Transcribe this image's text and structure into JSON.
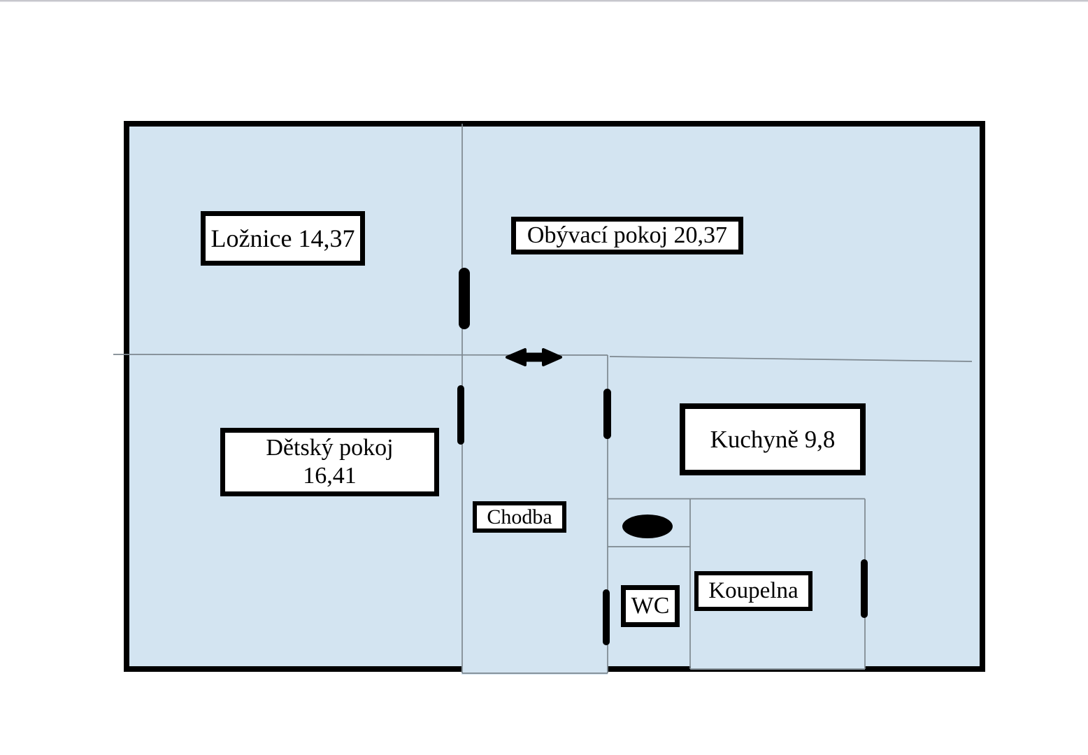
{
  "diagram": {
    "type": "floor-plan",
    "language": "cs"
  },
  "colors": {
    "floor_fill": "#d3e4f1",
    "outer_wall": "#000000",
    "partition_wall": "#7e8890",
    "label_background": "#ffffff",
    "label_border": "#000000",
    "door_marker": "#000000"
  },
  "rooms": {
    "loznice": {
      "label": "Ložnice 14,37"
    },
    "obyvaci_pokoj": {
      "label": "Obývací pokoj 20,37"
    },
    "detsky_pokoj": {
      "label_line1": "Dětský pokoj",
      "label_line2": "16,41"
    },
    "kuchyne": {
      "label": "Kuchyně 9,8"
    },
    "chodba": {
      "label": "Chodba"
    },
    "wc": {
      "label": "WC"
    },
    "koupelna": {
      "label": "Koupelna"
    }
  },
  "icons": {
    "door_markers": 5,
    "entrance_arrow": "double-headed-horizontal-arrow",
    "toilet_ellipse": "filled-black-ellipse"
  }
}
